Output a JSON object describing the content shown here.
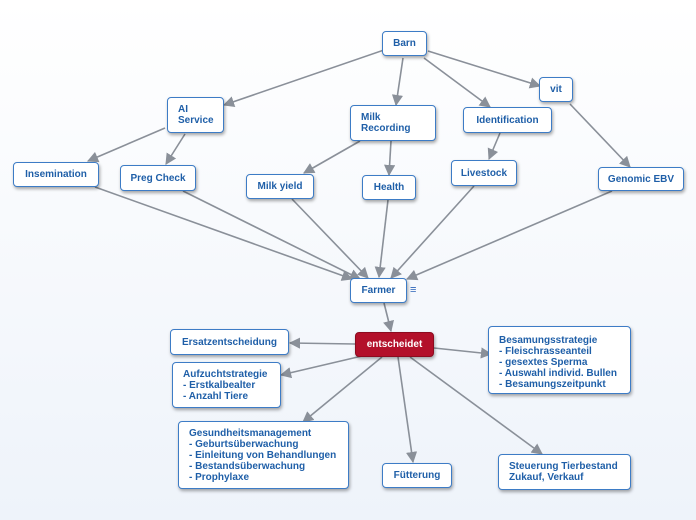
{
  "colors": {
    "node_text": "#1f5fa8",
    "node_border": "#3d7cc6",
    "central_fill": "#b3102a",
    "edge": "#8a9099"
  },
  "icons": {
    "farmer_note": "notes-icon"
  },
  "nodes": {
    "barn": "Barn",
    "ai_service": "AI\nService",
    "milk_recording": "Milk\nRecording",
    "identification": "Identification",
    "vit": "vit",
    "insemination": "Insemination",
    "preg_check": "Preg Check",
    "milk_yield": "Milk yield",
    "health": "Health",
    "livestock": "Livestock",
    "genomic_ebv": "Genomic EBV",
    "farmer": "Farmer",
    "entscheidet": "entscheidet",
    "ersatzentscheidung": "Ersatzentscheidung",
    "aufzuchtstrategie": "Aufzuchtstrategie\n- Erstkalbealter\n- Anzahl Tiere",
    "besamungsstrategie": "Besamungsstrategie\n- Fleischrasseanteil\n- gesextes Sperma\n- Auswahl individ. Bullen\n- Besamungszeitpunkt",
    "gesundheitsmanagement": "Gesundheitsmanagement\n- Geburtsüberwachung\n- Einleitung von Behandlungen\n- Bestandsüberwachung\n- Prophylaxe",
    "fuetterung": "Fütterung",
    "steuerung": "Steuerung Tierbestand\nZukauf, Verkauf"
  }
}
